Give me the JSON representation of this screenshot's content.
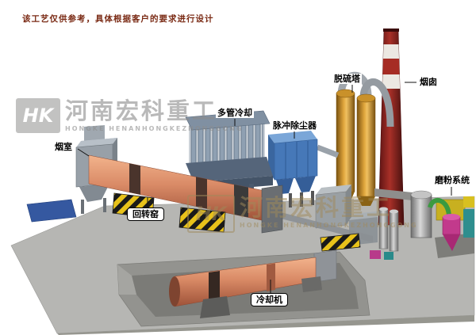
{
  "disclaimer": "该工艺仅供参考，具体根据客户的要求进行设计",
  "watermark": {
    "logo_text": "HK",
    "company_cn": "河南宏科重工",
    "company_en": "HONGKE HENANHONGKEZHONGGONG"
  },
  "labels": {
    "smoke_chamber": "烟室",
    "rotary_kiln": "回转窑",
    "multi_tube_cooler": "多管冷却",
    "pulse_dust_collector": "脉冲除尘器",
    "desulfurization_tower": "脱硫塔",
    "chimney": "烟囱",
    "grinding_system": "磨粉系统",
    "cooling_machine": "冷却机"
  },
  "colors": {
    "kiln_body": "#d98a66",
    "chimney_red": "#8a2020",
    "dust_collector_blue": "#4678b8",
    "tower_orange": "#c9912a",
    "platform_gray": "#b6b6b3",
    "hazard_yellow": "#e8c21a",
    "watermark_gray": "#8c8c8c",
    "watermark_tan": "#a08a5a",
    "note_text": "#7a2a14"
  }
}
